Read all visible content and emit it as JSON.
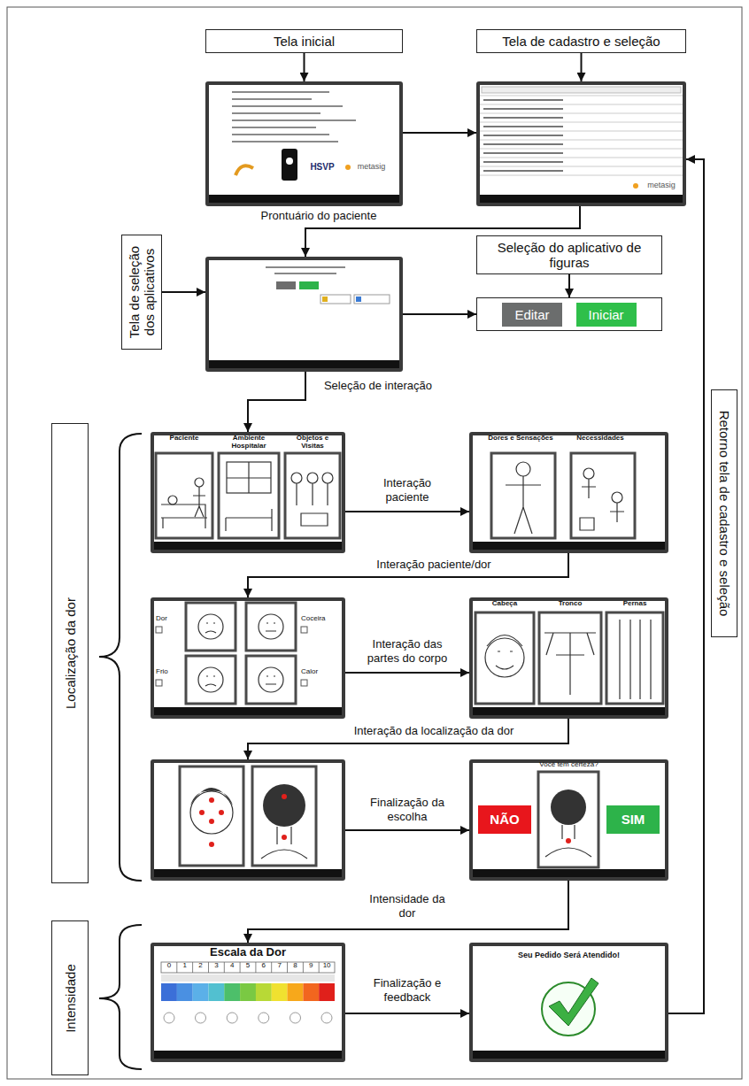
{
  "diagram": {
    "nodes": [
      {
        "text": [
          "Tela inicial"
        ]
      },
      {
        "text": [
          "Tela de cadastro e seleção"
        ]
      },
      {
        "text": [
          "HSVP",
          "metasig"
        ]
      },
      {
        "text": [
          "metasig"
        ]
      },
      {
        "text": [
          "Tela de seleção dos aplicativos"
        ]
      },
      {
        "text": []
      },
      {
        "text": [
          "Seleção do aplicativo de figuras"
        ]
      },
      {
        "text": [
          "Editar",
          "Iniciar"
        ]
      },
      {
        "text": [
          "Localização da dor"
        ]
      },
      {
        "text": [
          "Paciente",
          "Ambiente Hospitalar",
          "Objetos e Visitas"
        ]
      },
      {
        "text": [
          "Dores e Sensações",
          "Necessidades"
        ]
      },
      {
        "text": [
          "Dor",
          "Coceira",
          "Frio",
          "Calor"
        ]
      },
      {
        "text": [
          "Cabeça",
          "Tronco",
          "Pernas"
        ]
      },
      {
        "text": []
      },
      {
        "text": [
          "Você tem certeza?",
          "NÃO",
          "SIM"
        ]
      },
      {
        "text": [
          "Intensidade"
        ]
      },
      {
        "text": [
          "Escala da Dor",
          "0",
          "1",
          "2",
          "3",
          "4",
          "5",
          "6",
          "7",
          "8",
          "9",
          "10"
        ]
      },
      {
        "text": [
          "Seu Pedido Será Atendido!"
        ]
      },
      {
        "text": [
          "Retorno tela de cadastro e seleção"
        ]
      }
    ],
    "edges": [
      {
        "from": 0,
        "to": 2,
        "arrow": "to"
      },
      {
        "from": 1,
        "to": 3,
        "arrow": "to"
      },
      {
        "from": 2,
        "to": 3,
        "arrow": "to"
      },
      {
        "from": 3,
        "to": 5,
        "label": "Prontuário do paciente",
        "arrow": "to"
      },
      {
        "from": 4,
        "to": 5,
        "arrow": "to"
      },
      {
        "from": 5,
        "to": 7,
        "arrow": "to"
      },
      {
        "from": 6,
        "to": 7,
        "arrow": "to"
      },
      {
        "from": 5,
        "to": 9,
        "label": "Seleção de interação",
        "arrow": "to"
      },
      {
        "from": 9,
        "to": 10,
        "label": "Interação paciente",
        "arrow": "to"
      },
      {
        "from": 10,
        "to": 11,
        "label": "Interação paciente/dor",
        "arrow": "to"
      },
      {
        "from": 11,
        "to": 12,
        "label": "Interação das partes do corpo",
        "arrow": "to"
      },
      {
        "from": 12,
        "to": 13,
        "label": "Interação da localização da dor",
        "arrow": "to"
      },
      {
        "from": 13,
        "to": 14,
        "label": "Finalização da escolha",
        "arrow": "to"
      },
      {
        "from": 14,
        "to": 16,
        "label": "Intensidade da dor",
        "arrow": "to"
      },
      {
        "from": 16,
        "to": 17,
        "label": "Finalização e feedback",
        "arrow": "to"
      },
      {
        "from": 17,
        "to": 3,
        "arrow": "to"
      }
    ]
  }
}
